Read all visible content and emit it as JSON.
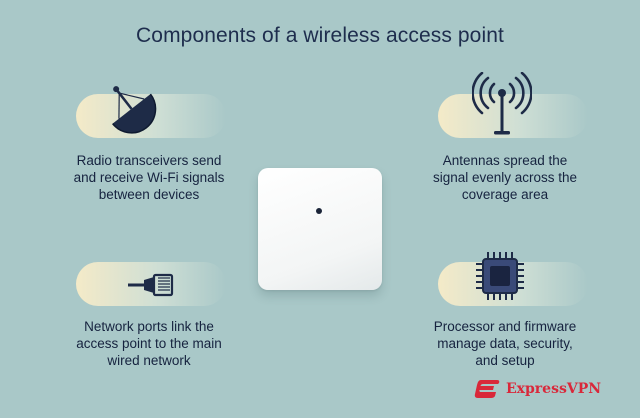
{
  "title": "Components of a wireless access point",
  "components": [
    {
      "icon": "satellite-dish-icon",
      "caption_lines": [
        "Radio transceivers send",
        "and receive Wi-Fi signals",
        "between devices"
      ]
    },
    {
      "icon": "antenna-icon",
      "caption_lines": [
        "Antennas spread the",
        "signal evenly across the",
        "coverage area"
      ]
    },
    {
      "icon": "ethernet-cable-icon",
      "caption_lines": [
        "Network ports link the",
        "access point to the main",
        "wired network"
      ]
    },
    {
      "icon": "processor-chip-icon",
      "caption_lines": [
        "Processor and firmware",
        "manage data, security,",
        "and setup"
      ]
    }
  ],
  "device": {
    "icon": "access-point-device-icon"
  },
  "brand": {
    "name": "ExpressVPN",
    "icon": "expressvpn-logo-icon",
    "color": "#d9283a"
  },
  "colors": {
    "background": "#a9c8c8",
    "text": "#1b2b4a",
    "accent": "#d9283a"
  }
}
